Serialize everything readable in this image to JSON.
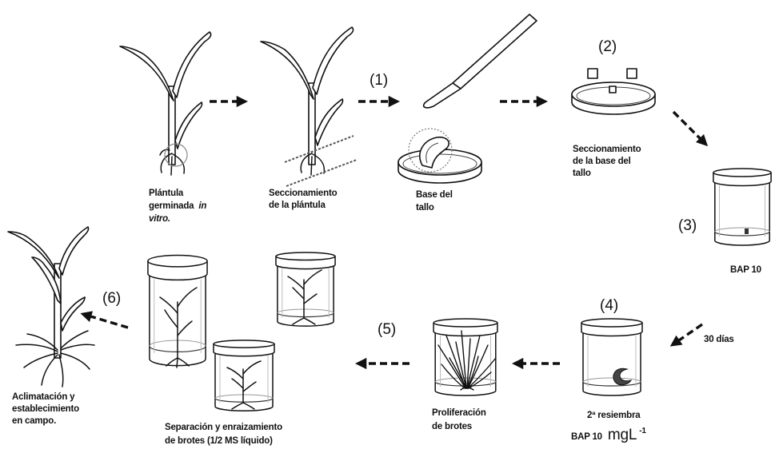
{
  "markers": {
    "s1": "(1)",
    "s2": "(2)",
    "s3": "(3)",
    "s4": "(4)",
    "s5": "(5)",
    "s6": "(6)"
  },
  "captions": {
    "seedling": {
      "line1": "Plántula",
      "line2a": "germinada",
      "line2b": "in",
      "line3": "vitro."
    },
    "sectioning_seedling": [
      "Seccionamiento",
      "de la plántula"
    ],
    "stem_base": [
      "Base del",
      "tallo"
    ],
    "sectioning_stem": [
      "Seccionamiento",
      "de la base del",
      "tallo"
    ],
    "bap_step3": "BAP 10",
    "interval": "30 días",
    "subculture": {
      "line1": "2ª resiembra",
      "line2a": "BAP 10",
      "line2b": "mgL",
      "line2c": "-1"
    },
    "proliferation": [
      "Proliferación",
      "de brotes"
    ],
    "rooting": [
      "Separación y enraizamiento",
      "de brotes (1/2 MS líquido)"
    ],
    "acclimatization": [
      "Aclimatación y",
      "establecimiento",
      "en campo."
    ]
  }
}
